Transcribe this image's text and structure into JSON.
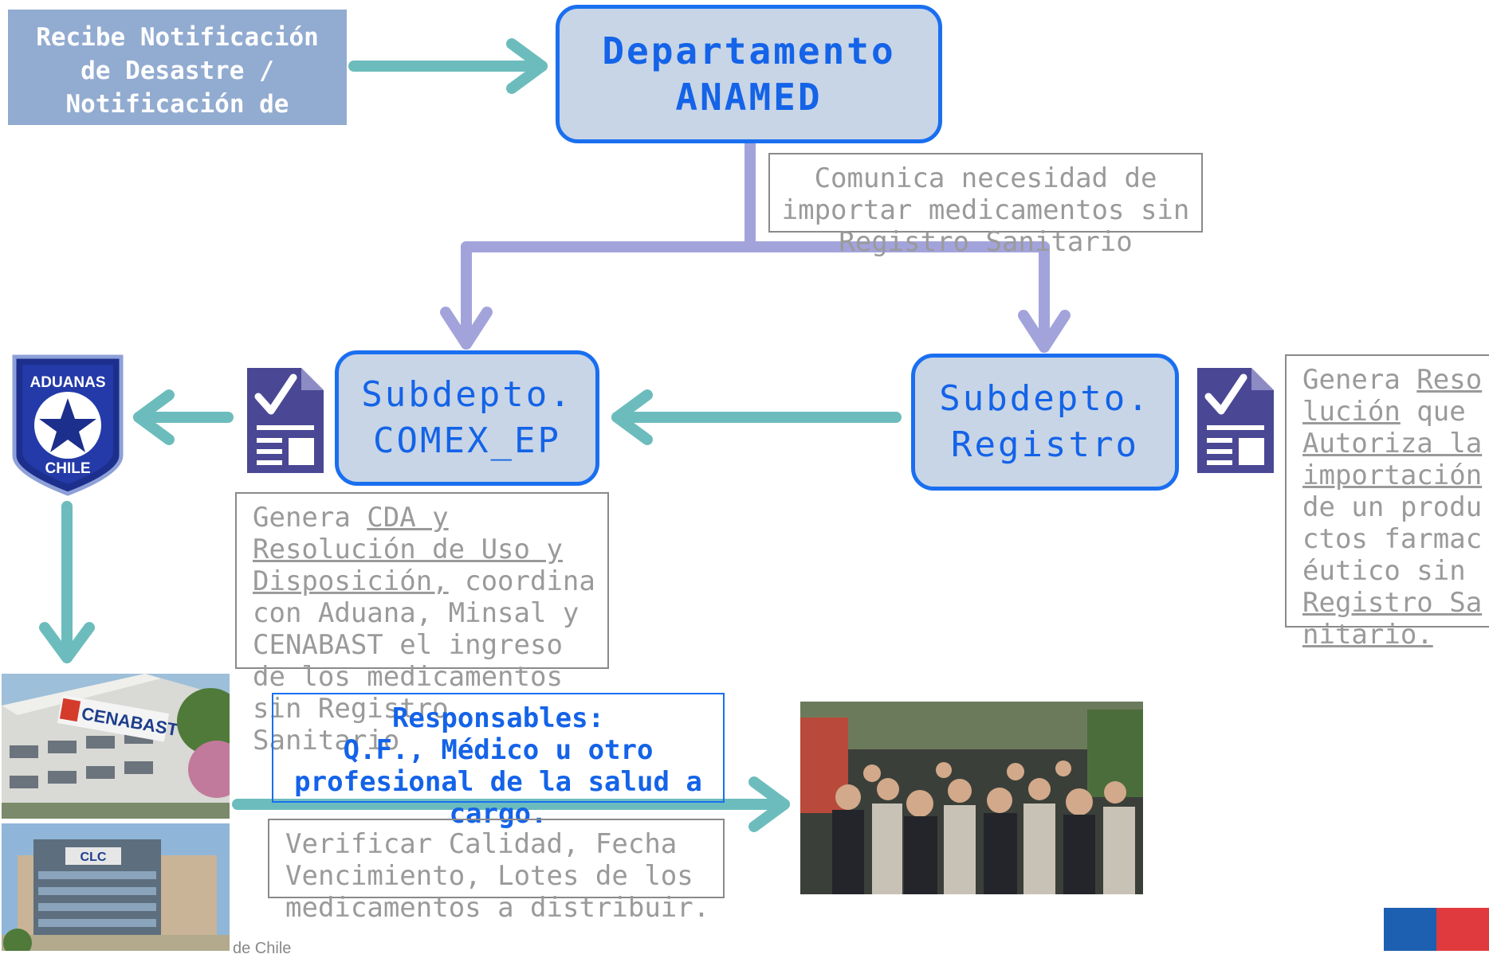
{
  "notification": {
    "lines": [
      "Recibe Notificación",
      "de Desastre /",
      "Notificación de"
    ]
  },
  "anamed": {
    "line1": "Departamento",
    "line2": "ANAMED"
  },
  "comex": {
    "line1": "Subdepto.",
    "line2": "COMEX_EP"
  },
  "registro": {
    "line1": "Subdepto.",
    "line2": "Registro"
  },
  "comunica_note": {
    "text": "Comunica necesidad de importar medicamentos sin Registro Sanitario"
  },
  "comex_note": {
    "intro": "Genera ",
    "link": "CDA y Resolución de Uso y Disposición,",
    "rest": " coordina con Aduana, Minsal y CENABAST el ingreso de los medicamentos sin Registro Sanitario"
  },
  "registro_note": {
    "intro": "Genera ",
    "link1": "Resolución",
    "mid1": " que ",
    "link2": "Autoriza la importación ",
    "mid2": "de un productos farmacéutico sin ",
    "link3": "Registro Sanitario."
  },
  "responsables": {
    "line1": "Responsables:",
    "line2": "Q.F., Médico u otro profesional de la salud a cargo."
  },
  "verificar_note": {
    "text": "Verificar Calidad, Fecha Vencimiento, Lotes de los medicamentos a distribuir."
  },
  "aduanas_logo": {
    "top": "ADUANAS",
    "bottom": "CHILE"
  },
  "cenabast_sign": {
    "text": "CENABAST"
  },
  "clc_sign": {
    "text": "CLC"
  },
  "footer": {
    "text": "de Chile"
  },
  "colors": {
    "node_fill": "#c7d5e6",
    "node_border": "#1a6ff0",
    "arrow_teal": "#6dbcbd",
    "arrow_purple": "#a3a3dc",
    "doc_icon": "#4a4894"
  }
}
